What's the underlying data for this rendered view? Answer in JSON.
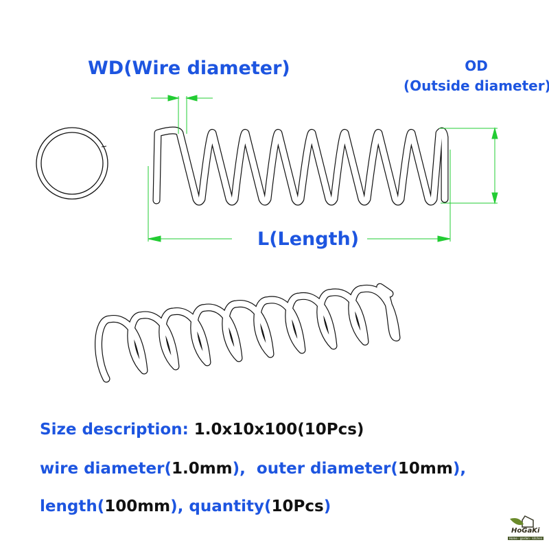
{
  "labels": {
    "wire_diameter": "WD(Wire diameter)",
    "outside_diameter_short": "OD",
    "outside_diameter_long": "(Outside diameter)",
    "length": "L(Length)"
  },
  "specs": {
    "size_label": "Size description:",
    "size_value": " 1.0x10x100(10Pcs)",
    "wire_label": "wire diameter(",
    "wire_value": "1.0mm",
    "wire_close": "),",
    "outer_label": "  outer diameter(",
    "outer_value": "10mm",
    "outer_close": "),",
    "length_label": "length(",
    "length_value": "100mm",
    "length_close": "), ",
    "quantity_label": "quantity(",
    "quantity_value": "10Pcs",
    "quantity_close": ")"
  },
  "brand": {
    "name": "HoGaKi",
    "tagline": "Home · garden · kitchen"
  },
  "colors": {
    "accent": "#1d55e0",
    "dimension": "#22cc33",
    "text": "#111111"
  }
}
